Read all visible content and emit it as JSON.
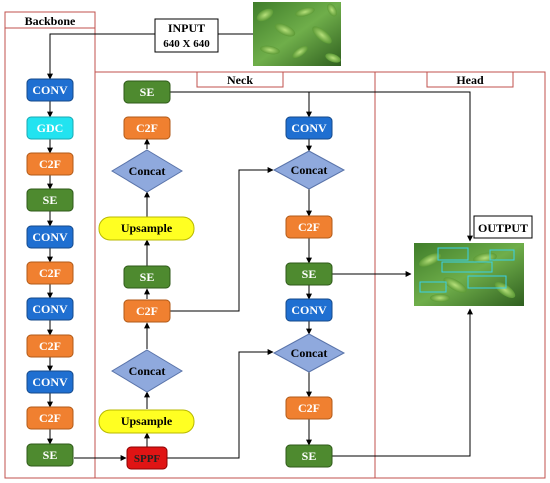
{
  "sections": {
    "backbone": "Backbone",
    "neck": "Neck",
    "head": "Head"
  },
  "input": {
    "title": "INPUT",
    "size": "640 X 640"
  },
  "output": {
    "title": "OUTPUT"
  },
  "colors": {
    "conv": "#1f6fd1",
    "gdc": "#22e3f0",
    "c2f": "#f08030",
    "se": "#4e8a2f",
    "sppf": "#e01414",
    "upsample": "#ffff22",
    "concat": "#8fa9dd",
    "frame": "#c0504d"
  },
  "backbone": {
    "blocks": [
      {
        "label": "CONV",
        "kind": "conv"
      },
      {
        "label": "GDC",
        "kind": "gdc"
      },
      {
        "label": "C2F",
        "kind": "c2f"
      },
      {
        "label": "SE",
        "kind": "se"
      },
      {
        "label": "CONV",
        "kind": "conv"
      },
      {
        "label": "C2F",
        "kind": "c2f"
      },
      {
        "label": "CONV",
        "kind": "conv"
      },
      {
        "label": "C2F",
        "kind": "c2f"
      },
      {
        "label": "CONV",
        "kind": "conv"
      },
      {
        "label": "C2F",
        "kind": "c2f"
      },
      {
        "label": "SE",
        "kind": "se"
      }
    ]
  },
  "neck_up": {
    "sppf": "SPPF",
    "upsample_1": "Upsample",
    "concat_1": "Concat",
    "c2f_1": "C2F",
    "se_1": "SE",
    "upsample_2": "Upsample",
    "concat_2": "Concat",
    "c2f_2": "C2F",
    "se_2": "SE"
  },
  "neck_down": {
    "conv_1": "CONV",
    "concat_1": "Concat",
    "c2f_1": "C2F",
    "se_1": "SE",
    "conv_2": "CONV",
    "concat_2": "Concat",
    "c2f_2": "C2F",
    "se_2": "SE"
  }
}
